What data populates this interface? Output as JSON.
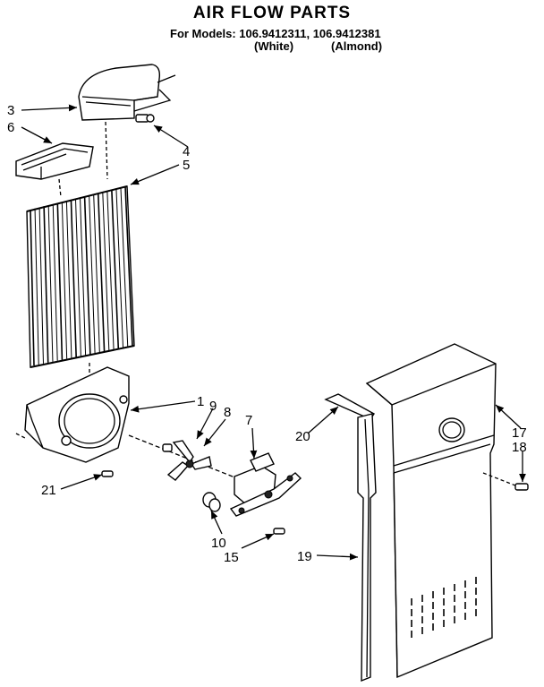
{
  "header": {
    "title": "AIR FLOW PARTS",
    "models_line": "For Models: 106.9412311, 106.9412381",
    "variant_white": "(White)",
    "variant_almond": "(Almond)"
  },
  "callouts": {
    "c1": "1",
    "c3": "3",
    "c4": "4",
    "c5": "5",
    "c6": "6",
    "c7": "7",
    "c8": "8",
    "c9": "9",
    "c10": "10",
    "c15": "15",
    "c17": "17",
    "c18": "18",
    "c19": "19",
    "c20": "20",
    "c21": "21"
  }
}
